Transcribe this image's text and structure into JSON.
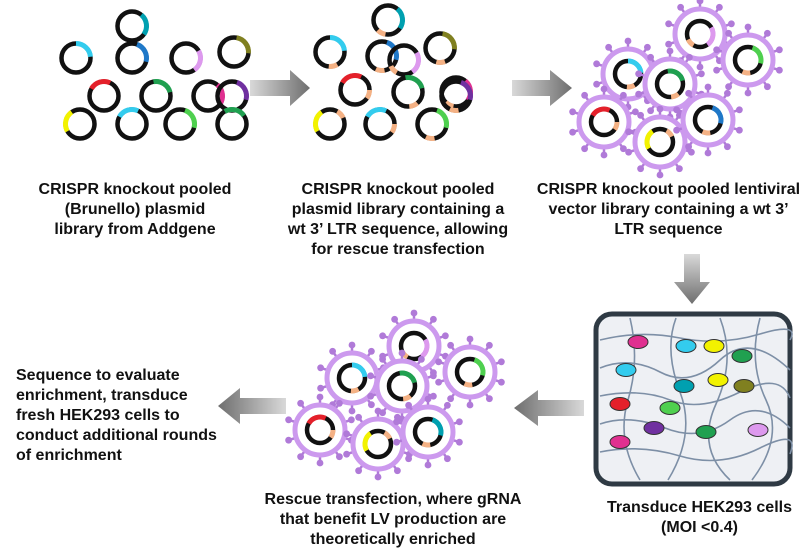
{
  "captions": {
    "step1": "CRISPR knockout pooled\n(Brunello)  plasmid\nlibrary from Addgene",
    "step2": "CRISPR knockout pooled\nplasmid library containing a\nwt 3’ LTR sequence, allowing\nfor rescue transfection",
    "step3": "CRISPR knockout pooled lentiviral\nvector library containing a wt 3’\nLTR sequence",
    "step4": "Transduce HEK293 cells\n(MOI <0.4)",
    "step5": "Rescue transfection, where gRNA\nthat benefit LV production are\ntheoretically enriched",
    "step6": "Sequence to evaluate\nenrichment, transduce\nfresh HEK293 cells to\nconduct additional rounds\nof enrichment"
  },
  "colors": {
    "plasmid_ring": "#111111",
    "ltr_insert": "#f4b184",
    "virus_envelope": "#cc99ee",
    "virus_spike": "#b07ad8",
    "arrow": "#7a7a7a",
    "cell_panel_border": "#2f3a44",
    "cell_panel_fill": "#eef0f4",
    "cell_membrane": "#7d8fa6",
    "grna_colors": [
      "#00a0b0",
      "#33ccee",
      "#1f78c8",
      "#dd99ee",
      "#808020",
      "#e4202a",
      "#20a050",
      "#e03090",
      "#7030a0",
      "#f2f200",
      "#4fd04f",
      "#9a9a9a"
    ]
  }
}
